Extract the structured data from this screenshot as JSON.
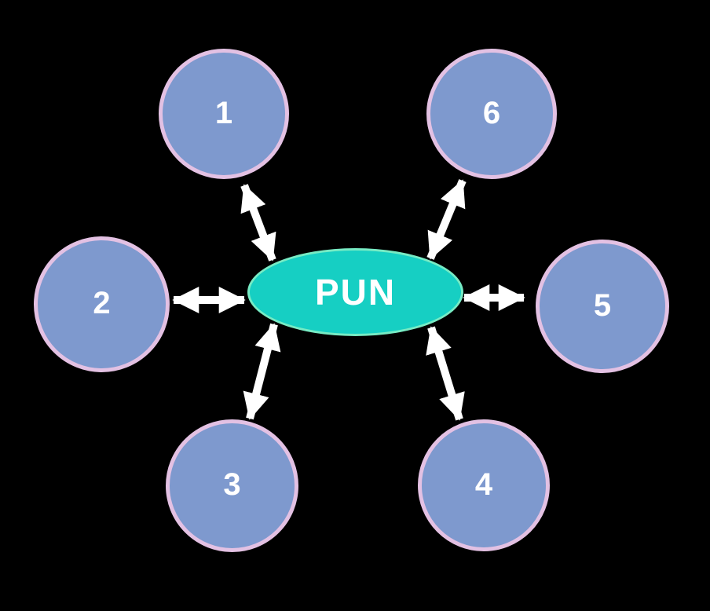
{
  "colors": {
    "background": "#000000",
    "node_fill": "#7E99CE",
    "node_border": "#E3C1E3",
    "hub_fill": "#16CFC3",
    "hub_border": "#77EBC4",
    "arrow": "#FFFFFF",
    "label_text": "#FFFFFF"
  },
  "diagram": {
    "type": "hub-and-spoke",
    "hub": {
      "label": "PUN"
    },
    "nodes": [
      {
        "label": "1"
      },
      {
        "label": "2"
      },
      {
        "label": "3"
      },
      {
        "label": "4"
      },
      {
        "label": "5"
      },
      {
        "label": "6"
      }
    ]
  }
}
